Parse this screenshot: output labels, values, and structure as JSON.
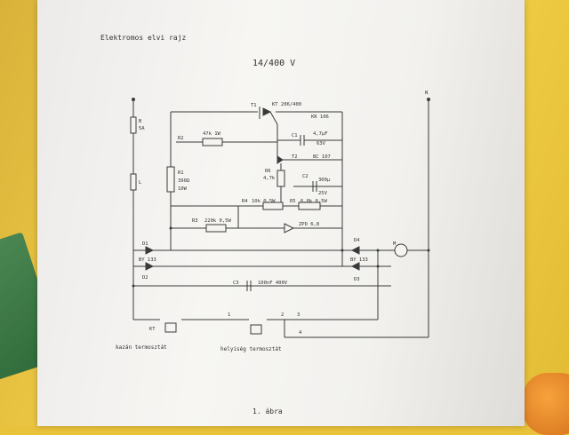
{
  "document": {
    "heading": "Elektromos elvi rajz",
    "voltage": "14/400 V",
    "caption": "1. ábra"
  },
  "thermostats": {
    "left_label": "kazán termosztát",
    "right_label": "helyiség termosztát"
  },
  "labels": {
    "t1": "T1",
    "t1_part": "KT 206/400",
    "kp_part": "KR 106",
    "r2": "R2",
    "r2_val": "47k 1W",
    "c1": "C1",
    "c1_val": "4,7µF",
    "c1_v": "63V",
    "t2": "T2",
    "t2_part": "BC 107",
    "r6": "R6",
    "r6_val": "4,7k",
    "r1": "R1",
    "r1_val": "390Ω",
    "r1_w": "10W",
    "c2": "C2",
    "c2_val": "300µ",
    "c2_v": "25V",
    "r4": "R4",
    "r4_val": "10k 0,5W",
    "r5": "R5",
    "r5_val": "6,8k 0,5W",
    "r3": "R3",
    "r3_val": "220k 0,5W",
    "zd": "ZPD 6,8",
    "b": "B",
    "b_amp": "5A",
    "l": "L",
    "d1": "D1",
    "d1_part": "BY 133",
    "d2": "D2",
    "d3": "D3",
    "d4": "D4",
    "d4_part": "BY 133",
    "c3": "C3",
    "c3_val": "100nF 400V",
    "kt": "KT",
    "m": "M",
    "n": "N",
    "term1": "1",
    "term2": "2",
    "term3": "3",
    "term4": "4"
  }
}
